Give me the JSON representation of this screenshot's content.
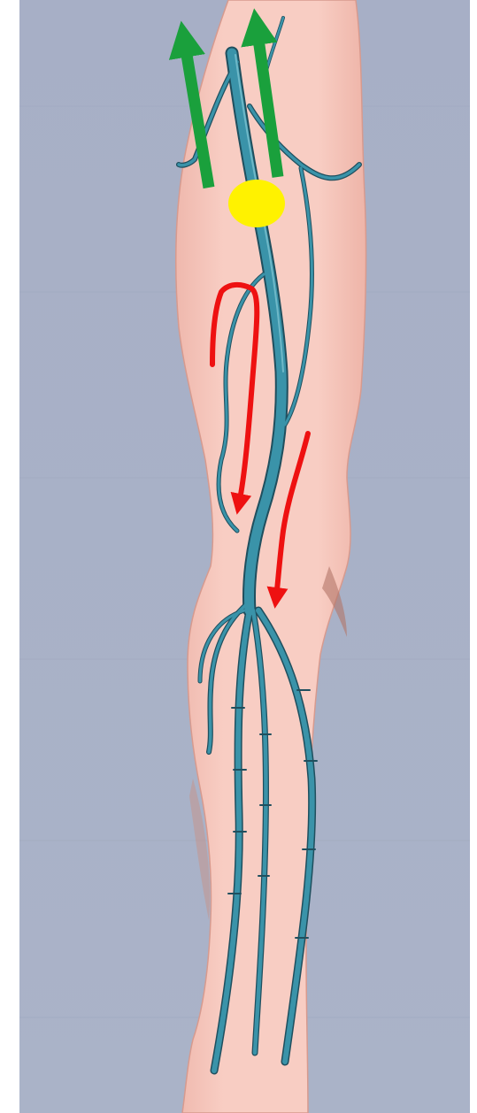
{
  "image": {
    "subject": "vein-illustration-leg",
    "text": []
  },
  "colors": {
    "page_white": "#ffffff",
    "paper_blue": "#a9b1c7",
    "paper_shade": "#9fa8bf",
    "skin": "#f7c9bf",
    "skin_shade": "#ecb1a6",
    "skin_edge": "#c98d80",
    "vein_fill": "#3a93a9",
    "vein_outline": "#1f4f5e",
    "vein_highlight": "#7cc2d0",
    "arrow_green": "#1aa03c",
    "arrow_red": "#ee1111",
    "marker_yellow": "#fff200"
  },
  "annotations": {
    "green_arrows": {
      "count": 2,
      "direction": "up"
    },
    "red_arrows": {
      "count": 2,
      "direction": "down"
    },
    "yellow_marker": {
      "shape": "ellipse"
    }
  },
  "icons": [
    "arrow-up-icon",
    "arrow-down-icon",
    "yellow-dot-marker"
  ]
}
